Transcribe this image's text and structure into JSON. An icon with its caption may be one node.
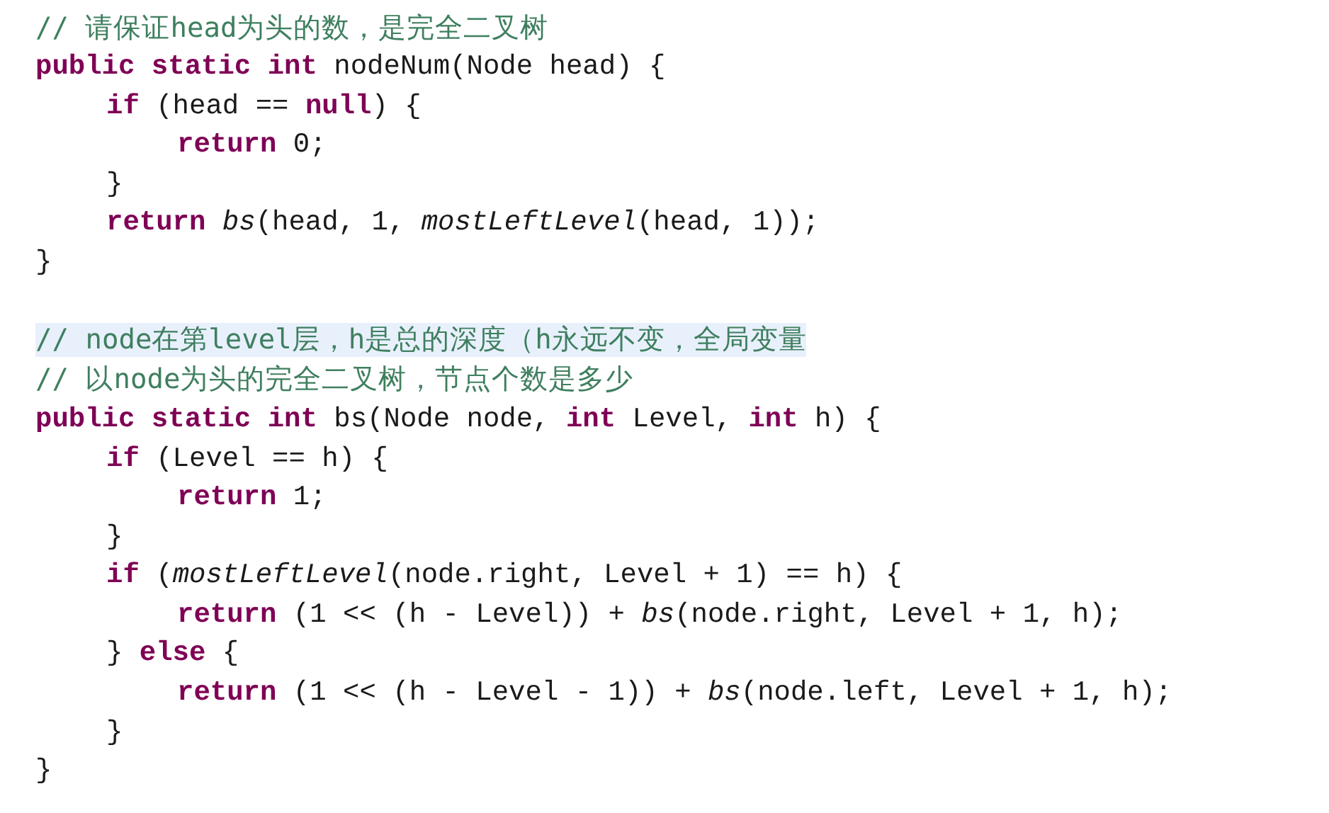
{
  "diagram": {
    "labels": [
      "// 请保证head为头的数，是完全二叉树",
      "**public static int** nodeNum(Node head) {",
      "**if** (head == **null**) {",
      "**return** 0;",
      "}",
      "**return** *bs*(head, 1, *mostLeftLevel*(head, 1));",
      "}",
      "// node在第level层，h是总的深度（h永远不变，全局变量",
      "// 以node为头的完全二叉树，节点个数是多少",
      "**public static int** bs(Node node, **int** Level, **int** h) {",
      "**if** (Level == h) {",
      "**return** 1;",
      "}",
      "**if** (*mostLeftLevel*(node.right, Level + 1) == h) {",
      "**return** (1 << (h - Level)) + *bs*(node.right, Level + 1, h);",
      "} **else** {",
      "**return** (1 << (h - Level - 1)) + *bs*(node.left, Level + 1, h);",
      "}",
      "}"
    ]
  }
}
